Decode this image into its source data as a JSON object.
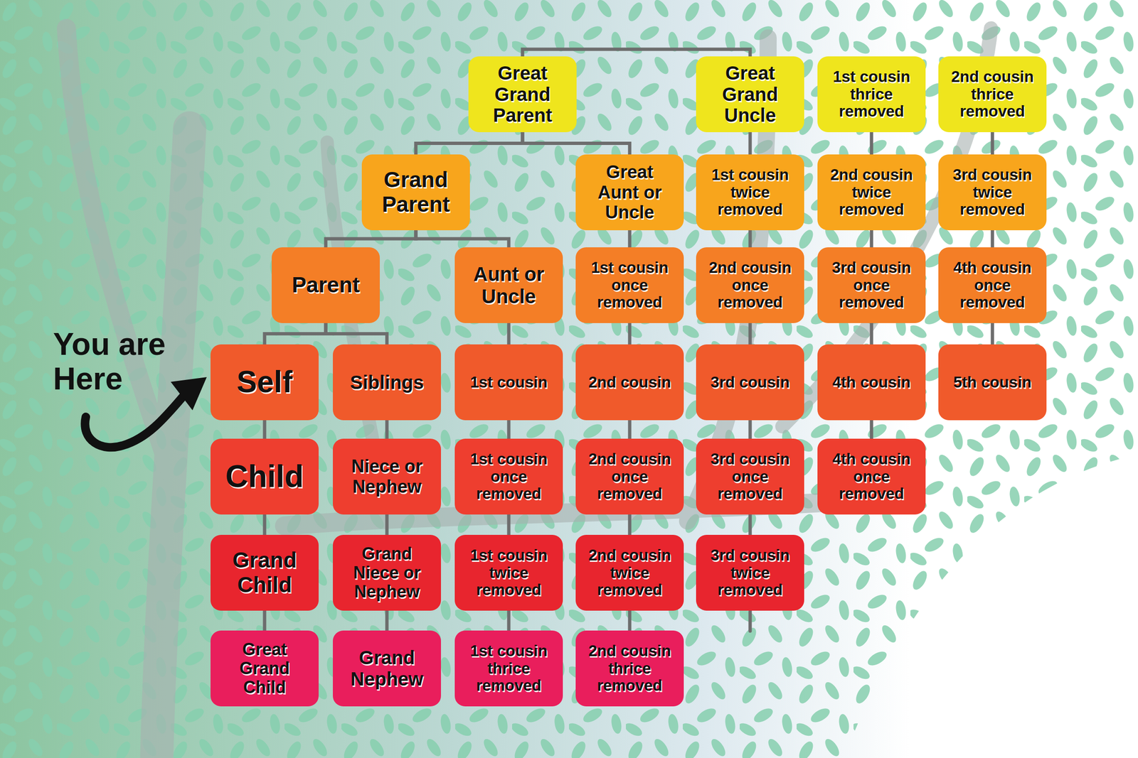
{
  "diagram": {
    "nodes": [
      {
        "text": [
          "Great Grand Parent"
        ]
      },
      {
        "text": [
          "Great Grand Uncle"
        ]
      },
      {
        "text": [
          "1st cousin thrice removed"
        ]
      },
      {
        "text": [
          "2nd cousin thrice removed"
        ]
      },
      {
        "text": [
          "Grand Parent"
        ]
      },
      {
        "text": [
          "Great Aunt or Uncle"
        ]
      },
      {
        "text": [
          "1st cousin twice removed"
        ]
      },
      {
        "text": [
          "2nd cousin twice removed"
        ]
      },
      {
        "text": [
          "3rd cousin twice removed"
        ]
      },
      {
        "text": [
          "Parent"
        ]
      },
      {
        "text": [
          "Aunt or Uncle"
        ]
      },
      {
        "text": [
          "1st cousin once removed"
        ]
      },
      {
        "text": [
          "2nd cousin once removed"
        ]
      },
      {
        "text": [
          "3rd cousin once removed"
        ]
      },
      {
        "text": [
          "4th cousin once removed"
        ]
      },
      {
        "text": [
          "Self"
        ]
      },
      {
        "text": [
          "Siblings"
        ]
      },
      {
        "text": [
          "1st cousin"
        ]
      },
      {
        "text": [
          "2nd cousin"
        ]
      },
      {
        "text": [
          "3rd cousin"
        ]
      },
      {
        "text": [
          "4th cousin"
        ]
      },
      {
        "text": [
          "5th cousin"
        ]
      },
      {
        "text": [
          "Child"
        ]
      },
      {
        "text": [
          "Niece or Nephew"
        ]
      },
      {
        "text": [
          "1st cousin once removed"
        ]
      },
      {
        "text": [
          "2nd cousin once removed"
        ]
      },
      {
        "text": [
          "3rd cousin once removed"
        ]
      },
      {
        "text": [
          "4th cousin once removed"
        ]
      },
      {
        "text": [
          "Grand Child"
        ]
      },
      {
        "text": [
          "Grand Niece or Nephew"
        ]
      },
      {
        "text": [
          "1st cousin twice removed"
        ]
      },
      {
        "text": [
          "2nd cousin twice removed"
        ]
      },
      {
        "text": [
          "3rd cousin twice removed"
        ]
      },
      {
        "text": [
          "Great Grand Child"
        ]
      },
      {
        "text": [
          "Grand Nephew"
        ]
      },
      {
        "text": [
          "1st cousin thrice removed"
        ]
      },
      {
        "text": [
          "2nd cousin thrice removed"
        ]
      }
    ],
    "edges": [
      {
        "from": 0,
        "to": 1,
        "arrow": "none"
      },
      {
        "from": 0,
        "to": 4,
        "arrow": "none"
      },
      {
        "from": 0,
        "to": 5,
        "arrow": "none"
      },
      {
        "from": 4,
        "to": 9,
        "arrow": "none"
      },
      {
        "from": 4,
        "to": 10,
        "arrow": "none"
      },
      {
        "from": 9,
        "to": 15,
        "arrow": "none"
      },
      {
        "from": 9,
        "to": 16,
        "arrow": "none"
      },
      {
        "from": 15,
        "to": 22,
        "arrow": "none"
      },
      {
        "from": 22,
        "to": 28,
        "arrow": "none"
      },
      {
        "from": 28,
        "to": 33,
        "arrow": "none"
      },
      {
        "from": 16,
        "to": 23,
        "arrow": "none"
      },
      {
        "from": 23,
        "to": 29,
        "arrow": "none"
      },
      {
        "from": 29,
        "to": 34,
        "arrow": "none"
      },
      {
        "from": 10,
        "to": 17,
        "arrow": "none"
      },
      {
        "from": 17,
        "to": 24,
        "arrow": "none"
      },
      {
        "from": 24,
        "to": 30,
        "arrow": "none"
      },
      {
        "from": 30,
        "to": 35,
        "arrow": "none"
      },
      {
        "from": 5,
        "to": 11,
        "arrow": "none"
      },
      {
        "from": 11,
        "to": 18,
        "arrow": "none"
      },
      {
        "from": 18,
        "to": 25,
        "arrow": "none"
      },
      {
        "from": 25,
        "to": 31,
        "arrow": "none"
      },
      {
        "from": 31,
        "to": 36,
        "arrow": "none"
      },
      {
        "from": 1,
        "to": 6,
        "arrow": "none"
      },
      {
        "from": 6,
        "to": 12,
        "arrow": "none"
      },
      {
        "from": 12,
        "to": 19,
        "arrow": "none"
      },
      {
        "from": 19,
        "to": 26,
        "arrow": "none"
      },
      {
        "from": 26,
        "to": 32,
        "arrow": "none"
      },
      {
        "from": 2,
        "to": 7,
        "arrow": "none"
      },
      {
        "from": 7,
        "to": 13,
        "arrow": "none"
      },
      {
        "from": 13,
        "to": 20,
        "arrow": "none"
      },
      {
        "from": 20,
        "to": 27,
        "arrow": "none"
      },
      {
        "from": 3,
        "to": 8,
        "arrow": "none"
      },
      {
        "from": 8,
        "to": 14,
        "arrow": "none"
      },
      {
        "from": 14,
        "to": 21,
        "arrow": "none"
      }
    ],
    "labels": [
      "You are Here"
    ]
  }
}
